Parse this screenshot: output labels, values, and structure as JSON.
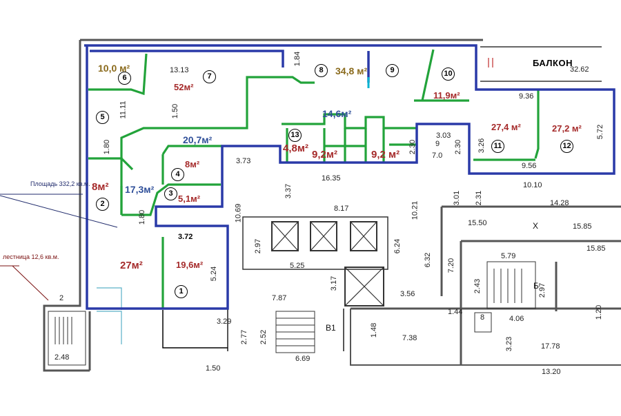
{
  "labels": {
    "balcony": "БАЛКОН",
    "total_area": "Площадь 332,2 кв.м.",
    "stairs_area": "лестница 12,6 кв.м.",
    "b1": "В1",
    "letter_x": "Х",
    "letter_b": "Б"
  },
  "rooms": [
    {
      "number": "1",
      "area": "19,6м²"
    },
    {
      "number": "2",
      "area": "8м²"
    },
    {
      "number": "3",
      "area": "5,1м²"
    },
    {
      "number": "4",
      "area": "8м²"
    },
    {
      "number": "5",
      "area": ""
    },
    {
      "number": "6",
      "area": "10,0 м²"
    },
    {
      "number": "7",
      "area": "52м²"
    },
    {
      "number": "8",
      "area": "34,8 м²"
    },
    {
      "number": "9",
      "area": ""
    },
    {
      "number": "10",
      "area": "11,9м²"
    },
    {
      "number": "11",
      "area": "27,4 м²"
    },
    {
      "number": "12",
      "area": "27,2 м²"
    },
    {
      "number": "13",
      "area": "4,8м²"
    }
  ],
  "corridors": {
    "c1": "20,7м²",
    "c2": "17,3м²",
    "c3": "14,6м²",
    "c4": "27м²",
    "w1": "9,2м²",
    "w2": "9,2 м²"
  },
  "dimensions": [
    "13.13",
    "1.84",
    "32.62",
    "1.50",
    "11.11",
    "1.80",
    "9.36",
    "5.72",
    "3.26",
    "9.56",
    "3.03",
    "2.30",
    "7.0",
    "2.30",
    "3.73",
    "16.35",
    "3.37",
    "8.17",
    "10.21",
    "3.01",
    "2.31",
    "10.10",
    "14.28",
    "10.69",
    "1.80",
    "2.97",
    "5.25",
    "6.24",
    "6.32",
    "7.20",
    "15.50",
    "15.85",
    "15.85",
    "5.79",
    "2.43",
    "2.97",
    "1.20",
    "3.72",
    "5.24",
    "7.87",
    "3.17",
    "3.56",
    "1.44",
    "4.06",
    "3.29",
    "2.77",
    "2.52",
    "1.48",
    "7.38",
    "3.23",
    "17.78",
    "6.69",
    "1.50",
    "13.20",
    "2",
    "2.48",
    "9",
    "8"
  ]
}
